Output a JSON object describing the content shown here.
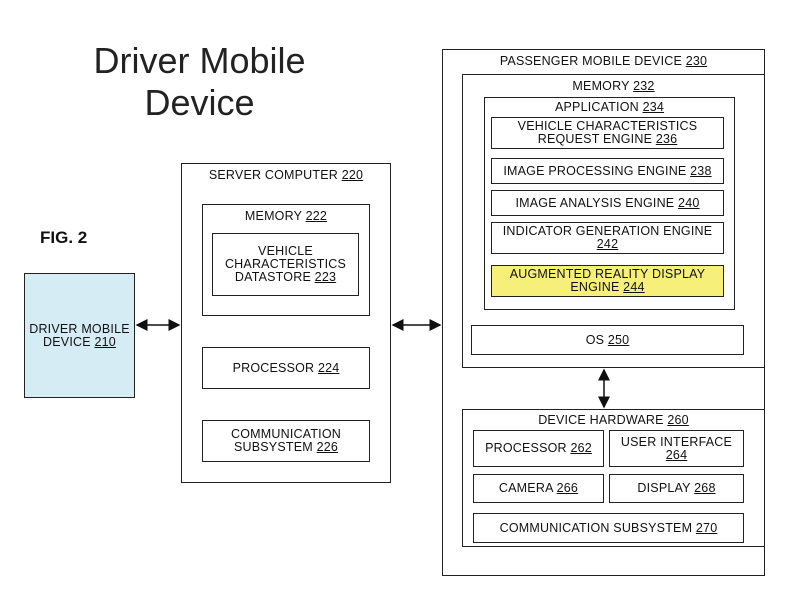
{
  "overlay_title": {
    "line1": "Driver Mobile",
    "line2": "Device"
  },
  "figure_label": "FIG. 2",
  "driver_device": {
    "label": "DRIVER MOBILE",
    "label2": "DEVICE",
    "ref": "210",
    "fill": "#d6ecf5"
  },
  "server": {
    "label": "SERVER COMPUTER",
    "ref": "220",
    "memory": {
      "label": "MEMORY",
      "ref": "222"
    },
    "datastore": {
      "line1": "VEHICLE",
      "line2": "CHARACTERISTICS",
      "line3": "DATASTORE",
      "ref": "223"
    },
    "processor": {
      "label": "PROCESSOR",
      "ref": "224"
    },
    "comm": {
      "line1": "COMMUNICATION",
      "line2": "SUBSYSTEM",
      "ref": "226"
    }
  },
  "passenger": {
    "label": "PASSENGER MOBILE DEVICE",
    "ref": "230",
    "memory": {
      "label": "MEMORY",
      "ref": "232"
    },
    "application": {
      "label": "APPLICATION",
      "ref": "234"
    },
    "engines": {
      "vcr": {
        "line1": "VEHICLE CHARACTERISTICS",
        "line2": "REQUEST ENGINE",
        "ref": "236"
      },
      "ipe": {
        "label": "IMAGE PROCESSING ENGINE",
        "ref": "238"
      },
      "iae": {
        "label": "IMAGE ANALYSIS ENGINE",
        "ref": "240"
      },
      "ige": {
        "line1": "INDICATOR GENERATION ENGINE",
        "ref": "242"
      },
      "ar": {
        "line1": "AUGMENTED REALITY DISPLAY",
        "line2": "ENGINE",
        "ref": "244",
        "fill": "#f6f07a"
      }
    },
    "os": {
      "label": "OS",
      "ref": "250"
    },
    "hardware": {
      "label": "DEVICE HARDWARE",
      "ref": "260",
      "processor": {
        "label": "PROCESSOR",
        "ref": "262"
      },
      "ui": {
        "line1": "USER INTERFACE",
        "ref": "264"
      },
      "camera": {
        "label": "CAMERA",
        "ref": "266"
      },
      "display": {
        "label": "DISPLAY",
        "ref": "268"
      },
      "comm": {
        "label": "COMMUNICATION SUBSYSTEM",
        "ref": "270"
      }
    }
  }
}
